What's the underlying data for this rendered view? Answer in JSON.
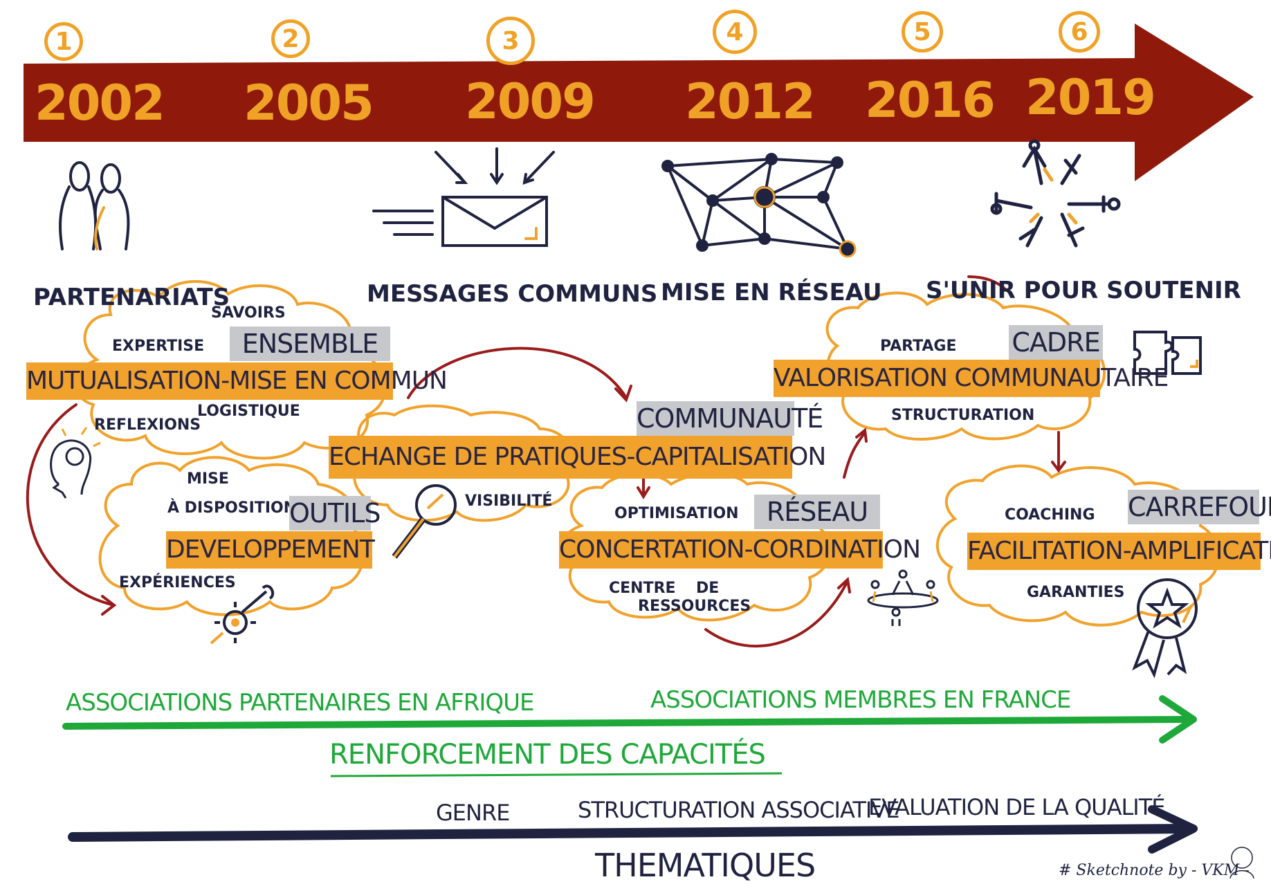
{
  "timeline": {
    "steps": [
      {
        "number": "1",
        "year": "2002"
      },
      {
        "number": "2",
        "year": "2005"
      },
      {
        "number": "3",
        "year": "2009"
      },
      {
        "number": "4",
        "year": "2012"
      },
      {
        "number": "5",
        "year": "2016"
      },
      {
        "number": "6",
        "year": "2019"
      }
    ]
  },
  "sections": {
    "partenariats": "PARTENARIATS",
    "messages": "MESSAGES COMMUNS",
    "reseau": "MISE EN RÉSEAU",
    "unir": "S'UNIR POUR SOUTENIR"
  },
  "clouds": {
    "mutualisation": {
      "tag": "ENSEMBLE",
      "label": "MUTUALISATION-MISE EN COMMUN",
      "words": [
        "SAVOIRS",
        "EXPERTISE",
        "LOGISTIQUE",
        "REFLEXIONS"
      ]
    },
    "developpement": {
      "tag": "OUTILS",
      "label": "DEVELOPPEMENT",
      "words": [
        "MISE",
        "À DISPOSITION",
        "EXPÉRIENCES"
      ]
    },
    "echange": {
      "tag": "COMMUNAUTÉ",
      "label": "ECHANGE DE PRATIQUES-CAPITALISATION",
      "words": [
        "VISIBILITÉ"
      ]
    },
    "concertation": {
      "tag": "RÉSEAU",
      "label": "CONCERTATION-CORDINATION",
      "words": [
        "OPTIMISATION",
        "CENTRE",
        "DE",
        "RESSOURCES"
      ]
    },
    "valorisation": {
      "tag": "CADRE",
      "label": "VALORISATION COMMUNAUTAIRE",
      "words": [
        "PARTAGE",
        "STRUCTURATION"
      ]
    },
    "facilitation": {
      "tag": "CARREFOUR",
      "label": "FACILITATION-AMPLIFICATION",
      "words": [
        "COACHING",
        "GARANTIES"
      ]
    }
  },
  "green_band": {
    "left": "ASSOCIATIONS PARTENAIRES EN AFRIQUE",
    "right": "ASSOCIATIONS MEMBRES EN FRANCE",
    "below": "RENFORCEMENT DES CAPACITÉS"
  },
  "navy_band": {
    "topics": [
      "GENRE",
      "STRUCTURATION ASSOCIATIVE",
      "EVALUATION DE LA QUALITÉ"
    ],
    "label": "THEMATIQUES"
  },
  "credit": "# Sketchnote by - VKM -",
  "colors": {
    "timeline_arrow": "#8f1a0b",
    "orange": "#f0a22c",
    "grey_tag": "#c7c8cc",
    "green": "#1fa83a",
    "navy": "#1f2340",
    "red_arrow": "#9a1b1b"
  }
}
